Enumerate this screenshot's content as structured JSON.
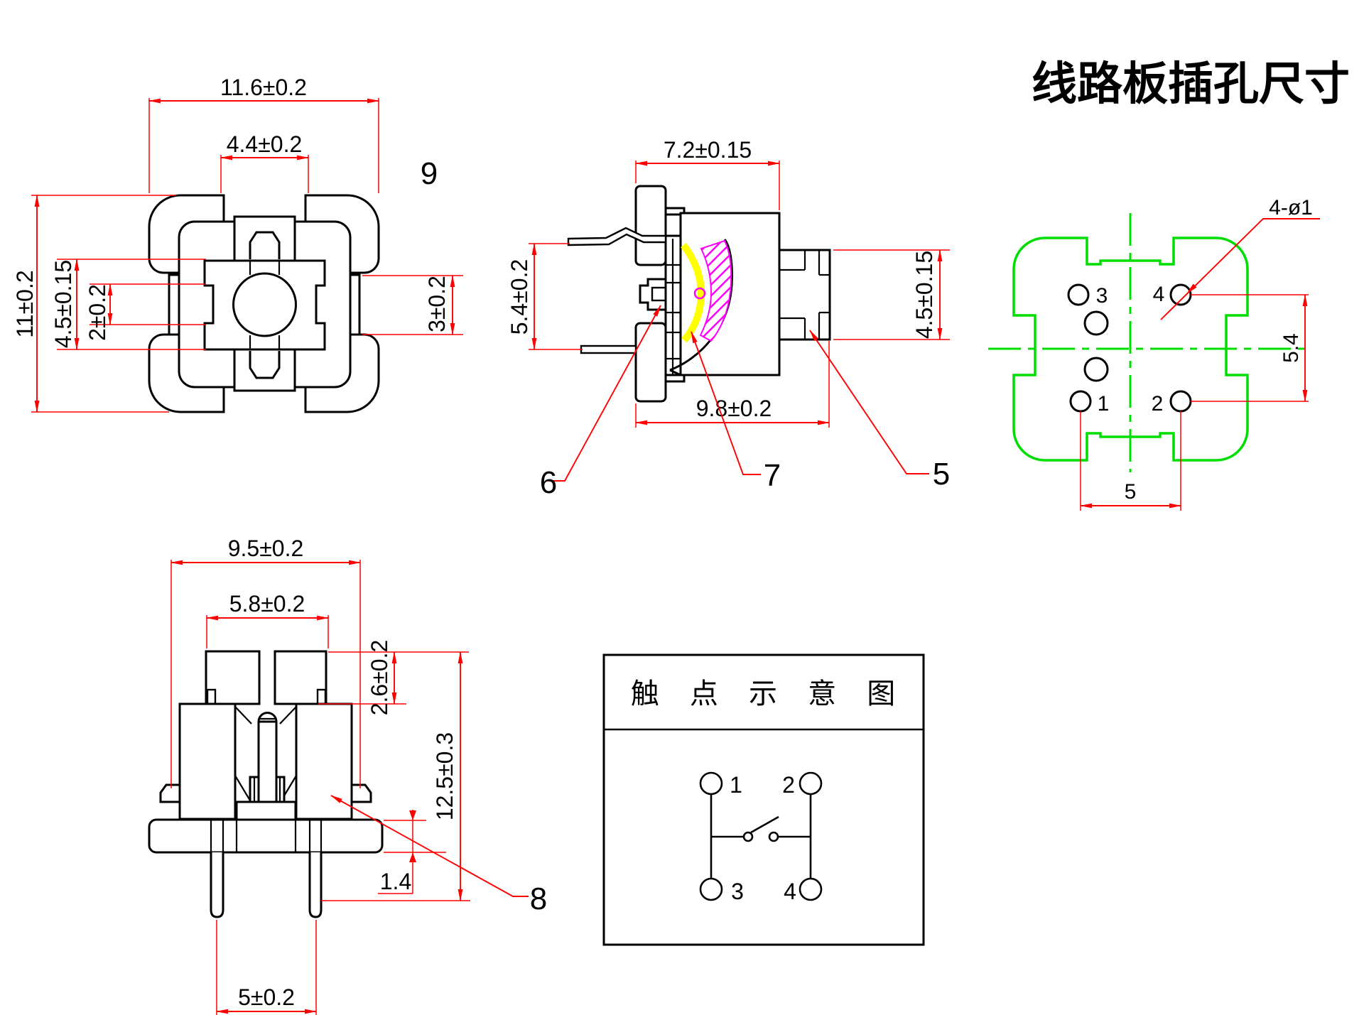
{
  "title": "线路板插孔尺寸",
  "front_view": {
    "callout": "9",
    "dims": {
      "overall_width": "11.6±0.2",
      "cap_width": "4.4±0.2",
      "overall_height": "11±0.2",
      "inner_height": "4.5±0.15",
      "notch_height": "2±0.2",
      "tab_height": "3±0.2"
    }
  },
  "side_view": {
    "dims": {
      "width": "7.2±0.15",
      "terminal_span": "5.4±0.2",
      "block_height": "4.5±0.15",
      "depth": "9.8±0.2"
    },
    "callouts": [
      {
        "label": "6"
      },
      {
        "label": "7"
      },
      {
        "label": "5"
      }
    ]
  },
  "pcb_view": {
    "hole_note": "4-ø1",
    "dims": {
      "row_pitch": "5.4",
      "hole_pitch": "5"
    },
    "holes": [
      {
        "number": "3"
      },
      {
        "number": "4"
      },
      {
        "number": "1"
      },
      {
        "number": "2"
      }
    ]
  },
  "bottom_view": {
    "callout": "8",
    "dims": {
      "outer_width": "9.5±0.2",
      "plate_width": "5.8±0.2",
      "plate_height": "2.6±0.2",
      "total_height": "12.5±0.3",
      "base_gap": "1.4",
      "pin_pitch": "5±0.2"
    }
  },
  "contact_diagram": {
    "title": "触 点 示 意 图",
    "terminals": [
      {
        "number": "1"
      },
      {
        "number": "2"
      },
      {
        "number": "3"
      },
      {
        "number": "4"
      }
    ]
  },
  "colors": {
    "line": "#000000",
    "dimension": "#ff0000",
    "pcb_outline": "#00dd00",
    "led_arc": "#ffff00",
    "hatch": "#ff00ff"
  }
}
